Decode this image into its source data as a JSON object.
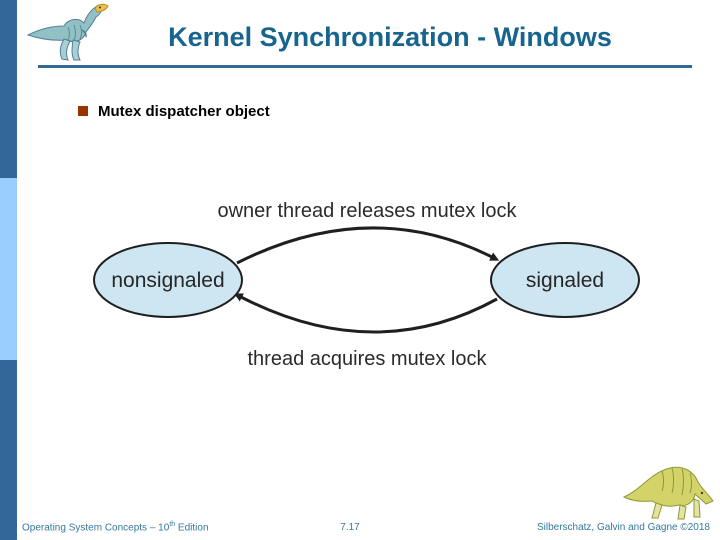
{
  "slide": {
    "title": "Kernel Synchronization - Windows",
    "bullet_text": "Mutex dispatcher object"
  },
  "diagram": {
    "type": "state-transition",
    "left_state_label": "nonsignaled",
    "right_state_label": "signaled",
    "top_arrow_label": "owner thread releases mutex lock",
    "bottom_arrow_label": "thread acquires mutex lock",
    "transitions": [
      {
        "from": "nonsignaled",
        "to": "signaled",
        "label": "owner thread releases mutex lock"
      },
      {
        "from": "signaled",
        "to": "nonsignaled",
        "label": "thread acquires mutex lock"
      }
    ]
  },
  "footer": {
    "book_title_prefix": "Operating System Concepts – 10",
    "edition_superscript": "th",
    "edition_suffix": " Edition",
    "page_number": "7.17",
    "copyright": "Silberschatz, Galvin and Gagne ©2018"
  },
  "colors": {
    "title_text": "#17648f",
    "accent_bar_dark": "#336699",
    "accent_bar_light": "#99ccff",
    "title_rule": "#336699",
    "bullet_square": "#993300",
    "state_ellipse_fill": "#cde6f2",
    "diagram_stroke": "#1f1f1f",
    "footer_text": "#35789d"
  }
}
